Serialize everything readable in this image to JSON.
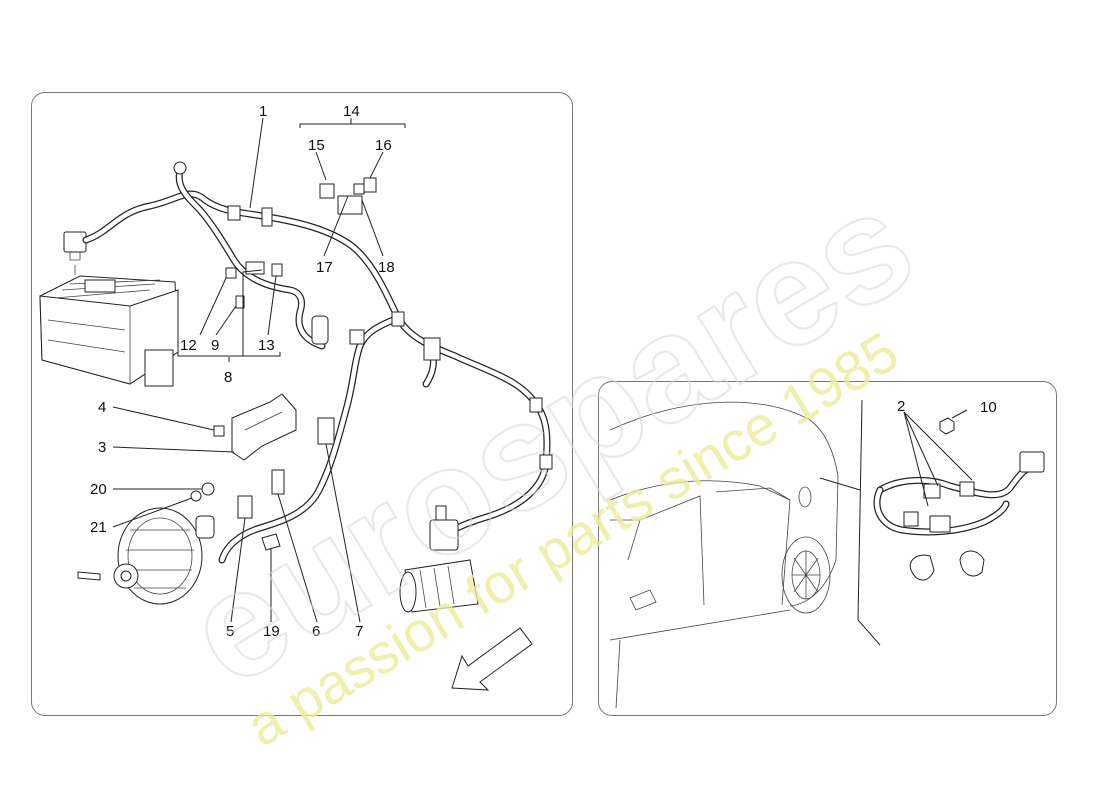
{
  "watermark": {
    "brand": "eurospares",
    "tagline": "a passion for parts since 1985"
  },
  "callouts": {
    "c1": "1",
    "c2": "2",
    "c3": "3",
    "c4": "4",
    "c5": "5",
    "c6": "6",
    "c7": "7",
    "c8": "8",
    "c9": "9",
    "c10": "10",
    "c12": "12",
    "c13": "13",
    "c14": "14",
    "c15": "15",
    "c16": "16",
    "c17": "17",
    "c18": "18",
    "c19": "19",
    "c20": "20",
    "c21": "21"
  },
  "icons": {
    "direction_arrow": "arrow-down-left-icon"
  }
}
